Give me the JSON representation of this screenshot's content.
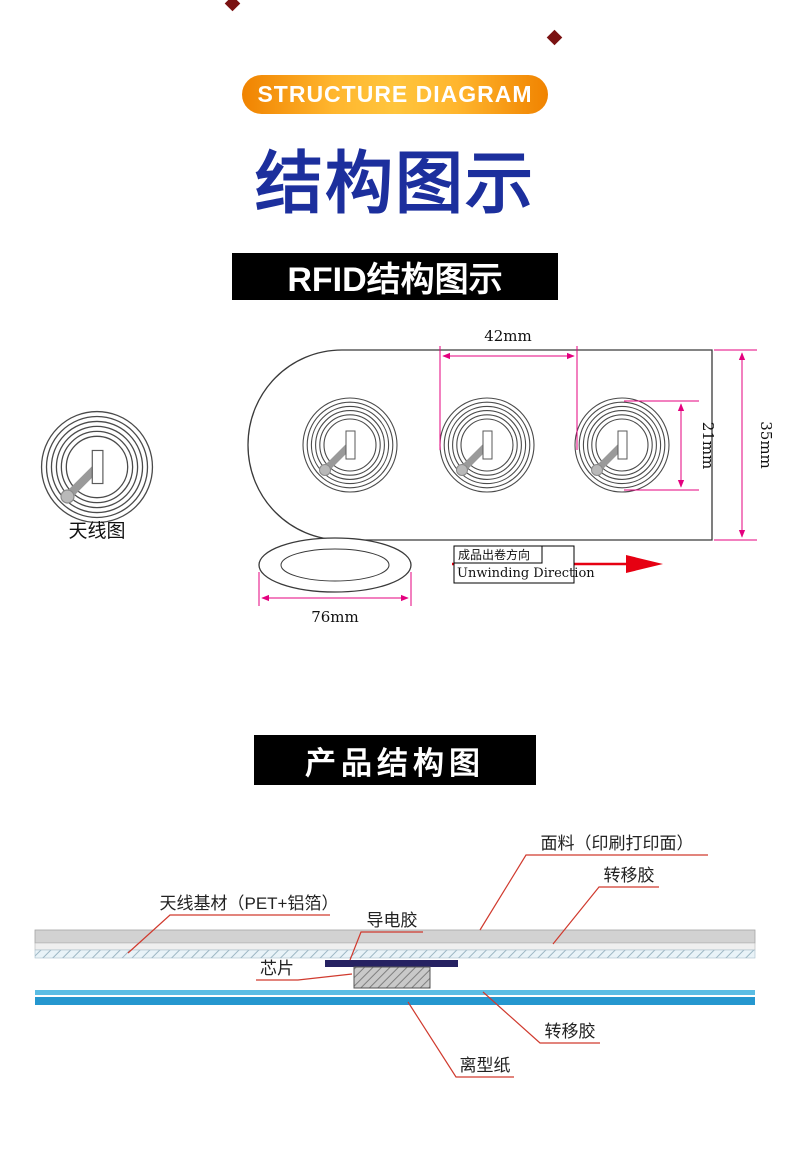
{
  "page": {
    "badge": "STRUCTURE DIAGRAM",
    "title": "结构图示"
  },
  "rfid_section": {
    "heading": "RFID结构图示",
    "antenna_caption": "天线图",
    "dimensions": {
      "pitch": "42mm",
      "coil_height": "21mm",
      "web_width": "35mm",
      "roll_width": "76mm"
    },
    "unwinding": {
      "cn": "成品出卷方向",
      "en": "Unwinding Direction"
    }
  },
  "structure_section": {
    "heading": "产品结构图",
    "layers": {
      "face": "面料（印刷打印面）",
      "transfer_top": "转移胶",
      "substrate": "天线基材（PET+铝箔）",
      "conductive": "导电胶",
      "chip": "芯片",
      "transfer_bottom": "转移胶",
      "release": "离型纸"
    }
  },
  "colors": {
    "badge_gradient_start": "#f08300",
    "badge_gradient_end": "#ffc53d",
    "title_blue": "#1c2f9d",
    "banner_black": "#000000",
    "dimension_pink": "#e4007f",
    "arrow_red": "#e60012",
    "leader_red": "#d03a2e",
    "layer_blue": "#2597cf",
    "conductive_navy": "#262262",
    "deco_maroon": "#7a1212"
  }
}
